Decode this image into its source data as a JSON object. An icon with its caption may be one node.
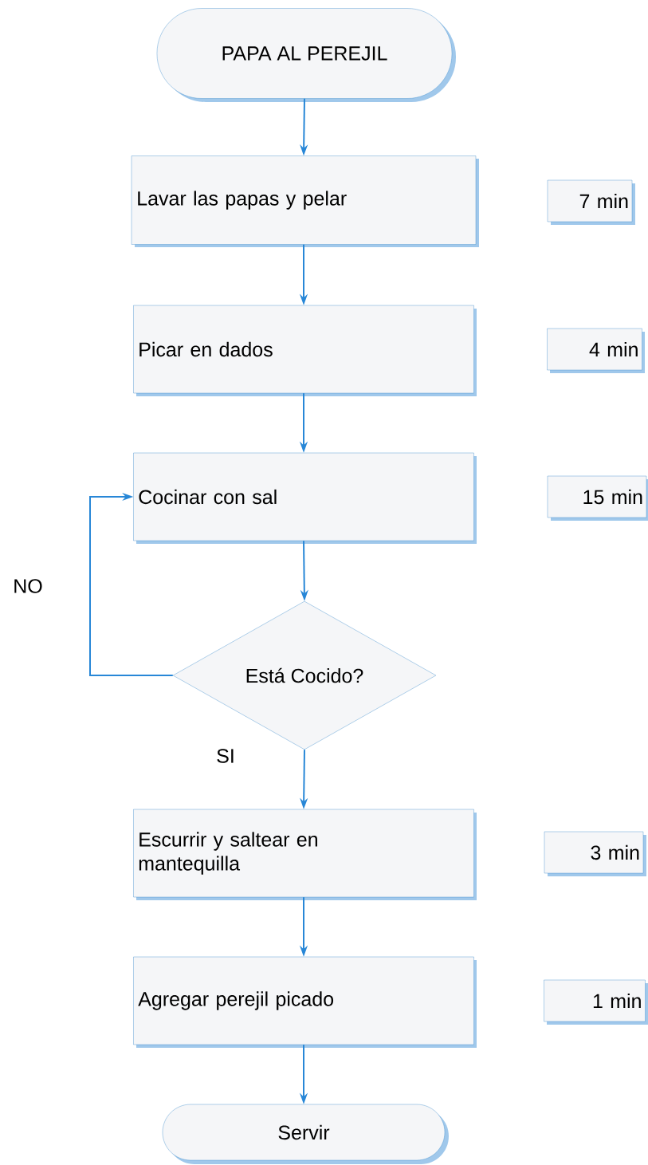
{
  "diagram": {
    "nodes": [
      {
        "text": [
          "PAPA AL PEREJIL"
        ]
      },
      {
        "text": [
          "Lavar las papas y pelar"
        ]
      },
      {
        "text": [
          "7 min"
        ]
      },
      {
        "text": [
          "Picar en dados"
        ]
      },
      {
        "text": [
          "4 min"
        ]
      },
      {
        "text": [
          "Cocinar con sal"
        ]
      },
      {
        "text": [
          "15 min"
        ]
      },
      {
        "text": [
          "Está Cocido?"
        ]
      },
      {
        "text": [
          "Escurrir y saltear en mantequilla"
        ]
      },
      {
        "text": [
          "3 min"
        ]
      },
      {
        "text": [
          "Agregar perejil picado"
        ]
      },
      {
        "text": [
          "1 min"
        ]
      },
      {
        "text": [
          "Servir"
        ]
      }
    ],
    "edges": [
      {
        "from": 0,
        "to": 1,
        "arrow": "to"
      },
      {
        "from": 1,
        "to": 3,
        "arrow": "to"
      },
      {
        "from": 3,
        "to": 5,
        "arrow": "to"
      },
      {
        "from": 5,
        "to": 7,
        "arrow": "to"
      },
      {
        "from": 7,
        "to": 5,
        "arrow": "to",
        "label": "NO"
      },
      {
        "from": 7,
        "to": 8,
        "arrow": "to",
        "label": "SI"
      },
      {
        "from": 8,
        "to": 10,
        "arrow": "to"
      },
      {
        "from": 10,
        "to": 12,
        "arrow": "to"
      }
    ]
  }
}
